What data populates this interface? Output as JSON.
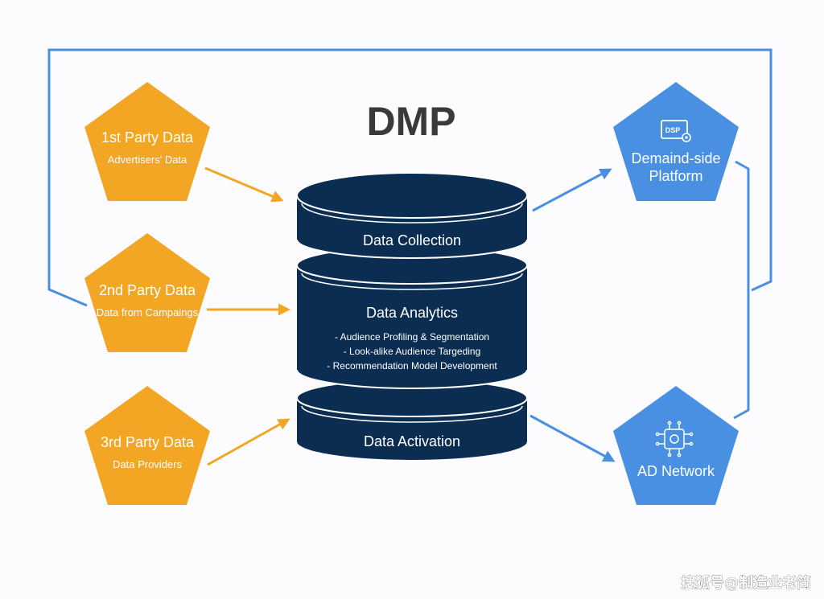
{
  "title": "DMP",
  "colors": {
    "source": "#f2a623",
    "target": "#4a90e2",
    "cylinder": "#0b2d52",
    "cylinder_edge": "#ffffff",
    "arrow_source": "#f2a623",
    "arrow_target": "#4a90e2",
    "loop_line": "#4a90e2",
    "title": "#3a3a3a"
  },
  "sources": [
    {
      "name": "1st Party Data",
      "subtitle": "Advertisers' Data"
    },
    {
      "name": "2nd Party Data",
      "subtitle": "Data from Campaings"
    },
    {
      "name": "3rd Party Data",
      "subtitle": "Data Providers"
    }
  ],
  "stack": {
    "collection": "Data Collection",
    "analytics": {
      "title": "Data Analytics",
      "bullets": [
        "- Audience Profiling & Segmentation",
        "- Look-alike Audience Targeding",
        "- Recommendation Model Development"
      ]
    },
    "activation": "Data Activation"
  },
  "targets": {
    "dsp": {
      "line1": "Demaind-side",
      "line2": "Platform",
      "icon_text": "DSP",
      "icon": "dsp-icon"
    },
    "ad_network": {
      "label": "AD Network",
      "icon": "network-chip-icon"
    }
  },
  "watermark": "搜狐号@制造业老简"
}
